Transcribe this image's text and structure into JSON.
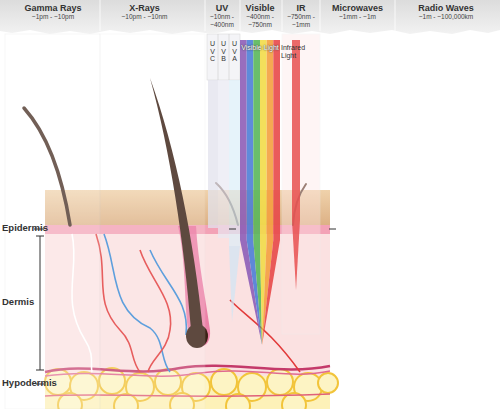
{
  "diagram": {
    "nodes": [
      {
        "text": [
          "Gamma Rays",
          "~1pm - ~10pm"
        ]
      },
      {
        "text": [
          "X-Rays",
          "~10pm - ~10nm"
        ]
      },
      {
        "text": [
          "UV",
          "~10nm - ~400nm"
        ]
      },
      {
        "text": [
          "Visible",
          "~400nm - ~750nm"
        ]
      },
      {
        "text": [
          "IR",
          "~750nm - ~1mm"
        ]
      },
      {
        "text": [
          "Microwaves",
          "~1mm - ~1m"
        ]
      },
      {
        "text": [
          "Radio Waves",
          "~1m - ~100,000km"
        ]
      }
    ],
    "labels": [
      "UVC",
      "UVB",
      "UVA",
      "Visible Light",
      "Infrared Light",
      "Epidermis",
      "Dermis",
      "Hypodermis"
    ]
  }
}
